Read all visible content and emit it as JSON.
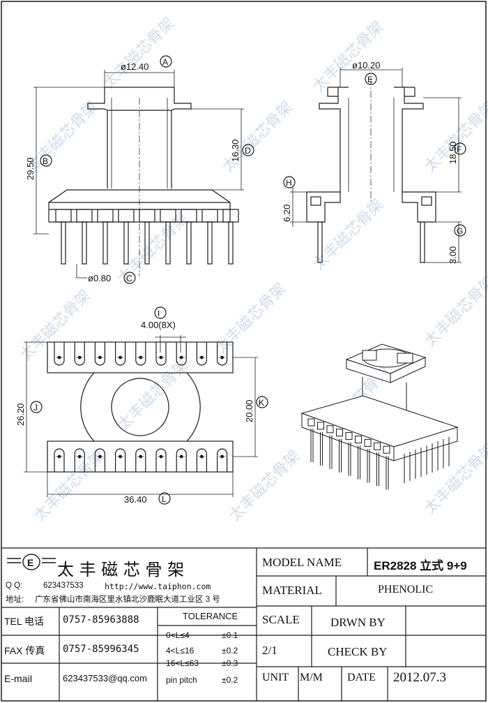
{
  "watermark": "太丰磁芯骨架",
  "dimensions": {
    "a": {
      "value": "ø12.40",
      "tag": "A"
    },
    "b": {
      "value": "29.50",
      "tag": "B"
    },
    "c": {
      "value": "ø0.80",
      "tag": "C"
    },
    "d": {
      "value": "16.30",
      "tag": "D"
    },
    "e": {
      "value": "ø10.20",
      "tag": "E"
    },
    "f": {
      "value": "18.50",
      "tag": "F"
    },
    "g": {
      "value": "3.00",
      "tag": "G"
    },
    "h": {
      "value": "6.20",
      "tag": "H"
    },
    "i": {
      "value": "4.00(8X)",
      "tag": "I"
    },
    "j": {
      "value": "26.20",
      "tag": "J"
    },
    "k": {
      "value": "20.00",
      "tag": "K"
    },
    "l": {
      "value": "36.40",
      "tag": "L"
    }
  },
  "company": {
    "name": "太 丰 磁 芯 骨 架",
    "qq_label": "Q Q:",
    "qq": "623437533",
    "website": "http://www.taiphon.com",
    "address_label": "地址:",
    "address": "广东省佛山市南海区里水镇北沙鹿眠大道工业区 3 号"
  },
  "contacts": {
    "tel_label": "TEL 电话",
    "tel": "0757-85963888",
    "fax_label": "FAX 传真",
    "fax": "0757-85996345",
    "email_label": "E-maiI",
    "email": "623437533@qq.com"
  },
  "tolerance": {
    "title": "TOLERANCE",
    "rows": [
      {
        "range": "0<L≤4",
        "value": "±0.1"
      },
      {
        "range": "4<L≤16",
        "value": "±0.2"
      },
      {
        "range": "16<L≤63",
        "value": "±0.3"
      },
      {
        "range": "pin pitch",
        "value": "±0.2"
      }
    ]
  },
  "title_block": {
    "model_label": "MODEL NAME",
    "model_value": "ER2828 立式 9+9",
    "material_label": "MATERIAL",
    "material_value": "PHENOLIC",
    "scale_label": "SCALE",
    "scale_value": "2/1",
    "drawn_label": "DRWN BY",
    "check_label": "CHECK BY",
    "unit_label": "UNIT",
    "unit_value": "M/M",
    "date_label": "DATE",
    "date_value": "2012.07.3"
  },
  "colors": {
    "line": "#1a1a1a",
    "watermark": "#a9c1dc"
  }
}
